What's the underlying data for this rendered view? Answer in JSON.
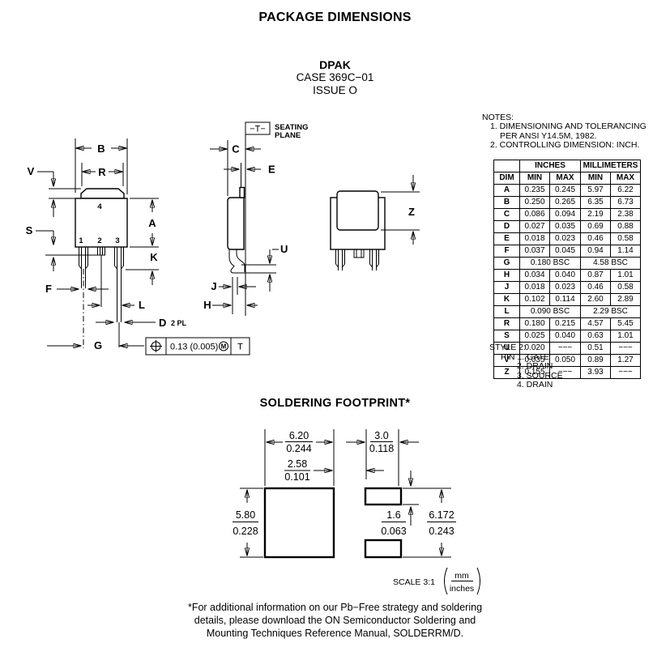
{
  "header": {
    "title": "PACKAGE DIMENSIONS",
    "package": "DPAK",
    "case": "CASE 369C−01",
    "issue": "ISSUE O"
  },
  "notes": {
    "label": "NOTES:",
    "note1_line1": "1. DIMENSIONING AND TOLERANCING",
    "note1_line2": "PER ANSI Y14.5M, 1982.",
    "note2": "2. CONTROLLING DIMENSION: INCH."
  },
  "dim_table": {
    "col_dim": "DIM",
    "col_inches": "INCHES",
    "col_millimeters": "MILLIMETERS",
    "col_min": "MIN",
    "col_max": "MAX",
    "rows": [
      {
        "dim": "A",
        "in_min": "0.235",
        "in_max": "0.245",
        "mm_min": "5.97",
        "mm_max": "6.22"
      },
      {
        "dim": "B",
        "in_min": "0.250",
        "in_max": "0.265",
        "mm_min": "6.35",
        "mm_max": "6.73"
      },
      {
        "dim": "C",
        "in_min": "0.086",
        "in_max": "0.094",
        "mm_min": "2.19",
        "mm_max": "2.38"
      },
      {
        "dim": "D",
        "in_min": "0.027",
        "in_max": "0.035",
        "mm_min": "0.69",
        "mm_max": "0.88"
      },
      {
        "dim": "E",
        "in_min": "0.018",
        "in_max": "0.023",
        "mm_min": "0.46",
        "mm_max": "0.58"
      },
      {
        "dim": "F",
        "in_min": "0.037",
        "in_max": "0.045",
        "mm_min": "0.94",
        "mm_max": "1.14"
      },
      {
        "dim": "G",
        "in_bsc": "0.180 BSC",
        "mm_bsc": "4.58 BSC"
      },
      {
        "dim": "H",
        "in_min": "0.034",
        "in_max": "0.040",
        "mm_min": "0.87",
        "mm_max": "1.01"
      },
      {
        "dim": "J",
        "in_min": "0.018",
        "in_max": "0.023",
        "mm_min": "0.46",
        "mm_max": "0.58"
      },
      {
        "dim": "K",
        "in_min": "0.102",
        "in_max": "0.114",
        "mm_min": "2.60",
        "mm_max": "2.89"
      },
      {
        "dim": "L",
        "in_bsc": "0.090 BSC",
        "mm_bsc": "2.29 BSC"
      },
      {
        "dim": "R",
        "in_min": "0.180",
        "in_max": "0.215",
        "mm_min": "4.57",
        "mm_max": "5.45"
      },
      {
        "dim": "S",
        "in_min": "0.025",
        "in_max": "0.040",
        "mm_min": "0.63",
        "mm_max": "1.01"
      },
      {
        "dim": "U",
        "in_min": "0.020",
        "in_max": "−−−",
        "mm_min": "0.51",
        "mm_max": "−−−"
      },
      {
        "dim": "V",
        "in_min": "0.035",
        "in_max": "0.050",
        "mm_min": "0.89",
        "mm_max": "1.27"
      },
      {
        "dim": "Z",
        "in_min": "0.155",
        "in_max": "−−−",
        "mm_min": "3.93",
        "mm_max": "−−−"
      }
    ]
  },
  "style_info": {
    "title": "STYLE 2:",
    "pin1": "PIN 1. GATE",
    "pin2": "2. DRAIN",
    "pin3": "3. SOURCE",
    "pin4": "4. DRAIN"
  },
  "drawing": {
    "front": {
      "B": "B",
      "R": "R",
      "V": "V",
      "A": "A",
      "S": "S",
      "K": "K",
      "F": "F",
      "L": "L",
      "D": "D",
      "D_note": "2 PL",
      "G": "G",
      "pin1": "1",
      "pin2": "2",
      "pin3": "3",
      "pin4": "4"
    },
    "side": {
      "datum": "−T−",
      "seating_line1": "SEATING",
      "seating_line2": "PLANE",
      "C": "C",
      "E": "E",
      "U": "U",
      "J": "J",
      "H": "H"
    },
    "rear": {
      "Z": "Z"
    },
    "true_position": {
      "value": "0.13 (0.005)",
      "material_modifier": "M",
      "datum_ref": "T"
    }
  },
  "footprint": {
    "heading": "SOLDERING FOOTPRINT*",
    "pad_width_mm": "6.20",
    "pad_width_in": "0.244",
    "small_pad_width_mm": "3.0",
    "small_pad_width_in": "0.118",
    "gap_mm": "2.58",
    "gap_in": "0.101",
    "pad_height_mm": "5.80",
    "pad_height_in": "0.228",
    "small_pad_height_mm": "1.6",
    "small_pad_height_in": "0.063",
    "overall_height_mm": "6.172",
    "overall_height_in": "0.243",
    "scale": "SCALE 3:1",
    "units_top": "mm",
    "units_bottom": "inches"
  },
  "footer": {
    "line1": "*For additional information on our Pb−Free strategy and soldering",
    "line2": "details, please download the ON Semiconductor Soldering and",
    "line3": "Mounting Techniques Reference Manual, SOLDERRM/D."
  }
}
